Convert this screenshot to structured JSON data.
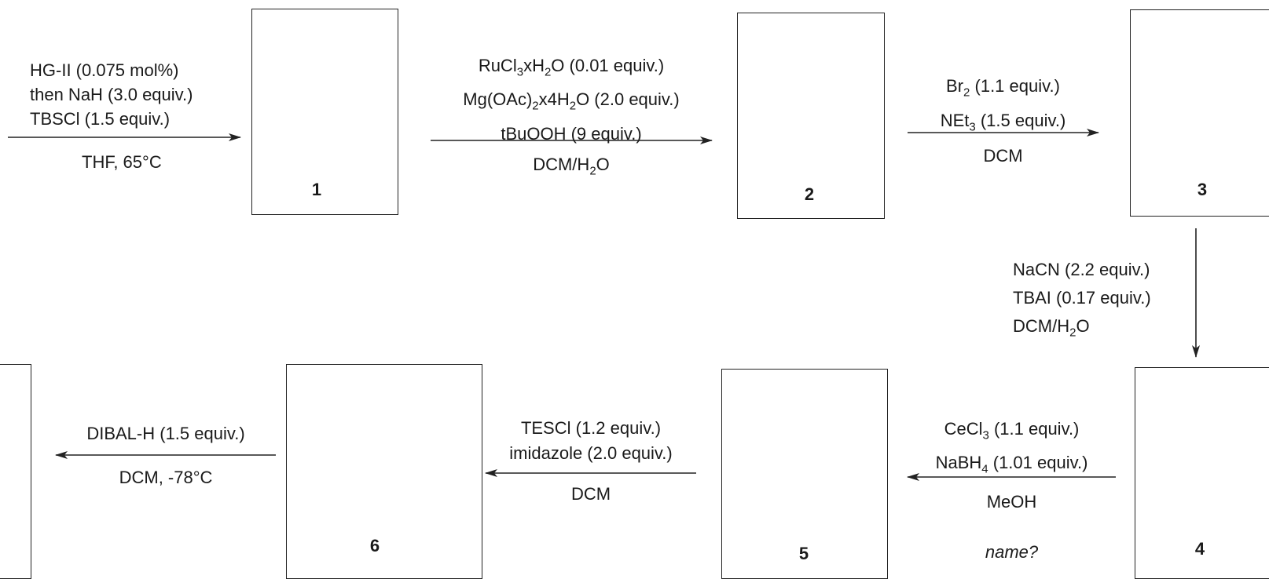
{
  "compounds": [
    {
      "id": "1",
      "label": "1"
    },
    {
      "id": "2",
      "label": "2"
    },
    {
      "id": "3",
      "label": "3"
    },
    {
      "id": "4",
      "label": "4"
    },
    {
      "id": "5",
      "label": "5"
    },
    {
      "id": "6",
      "label": "6"
    }
  ],
  "steps": {
    "step1": {
      "above": [
        "HG-II (0.075 mol%)",
        "then NaH (3.0 equiv.)",
        "TBSCl (1.5 equiv.)"
      ],
      "below": [
        "THF, 65°C"
      ]
    },
    "step2": {
      "above_line1": {
        "a": "RuCl",
        "b": "3",
        "c": "xH",
        "d": "2",
        "e": "O (0.01 equiv.)"
      },
      "above_line2": {
        "a": "Mg(OAc)",
        "b": "2",
        "c": "x4H",
        "d": "2",
        "e": "O (2.0 equiv.)"
      },
      "above_line3": "tBuOOH (9 equiv.)",
      "below": {
        "a": "DCM/H",
        "b": "2",
        "c": "O"
      }
    },
    "step3": {
      "above_line1": {
        "a": "Br",
        "b": "2",
        "c": " (1.1 equiv.)"
      },
      "above_line2": {
        "a": "NEt",
        "b": "3",
        "c": " (1.5 equiv.)"
      },
      "below": "DCM"
    },
    "step4": {
      "line1": "NaCN (2.2 equiv.)",
      "line2": "TBAI (0.17 equiv.)",
      "line3": {
        "a": "DCM/H",
        "b": "2",
        "c": "O"
      }
    },
    "step5": {
      "above_line1": {
        "a": "CeCl",
        "b": "3",
        "c": " (1.1 equiv.)"
      },
      "above_line2": {
        "a": "NaBH",
        "b": "4",
        "c": " (1.01 equiv.)"
      },
      "below": "MeOH",
      "note": "name?"
    },
    "step6": {
      "above": [
        "TESCl (1.2 equiv.)",
        "imidazole (2.0 equiv.)"
      ],
      "below": "DCM"
    },
    "step7": {
      "above": "DIBAL-H (1.5 equiv.)",
      "below": "DCM, -78°C"
    }
  }
}
